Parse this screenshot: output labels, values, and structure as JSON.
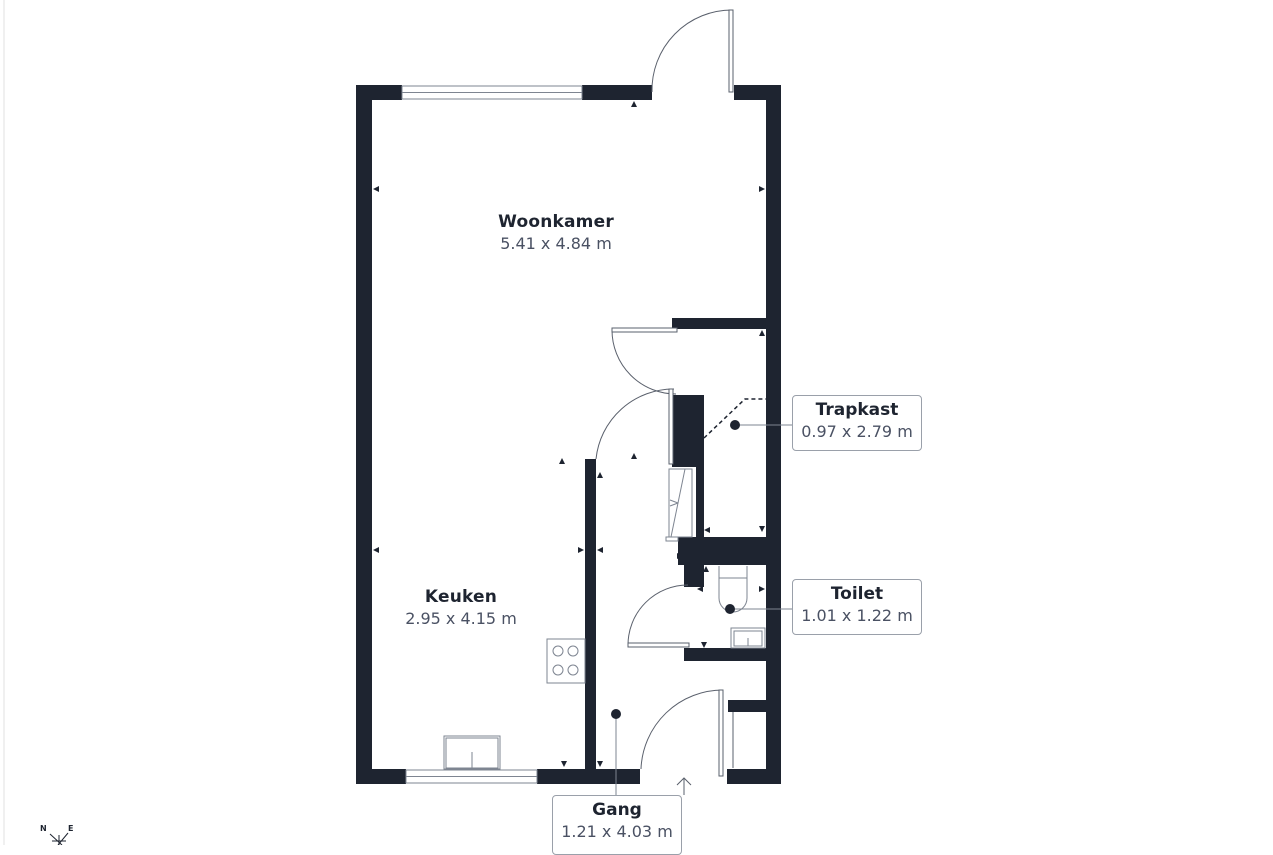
{
  "floorplan": {
    "wall_color": "#1e2430",
    "line_color": "#9aa0aa",
    "rooms": [
      {
        "id": "woonkamer",
        "name": "Woonkamer",
        "dims": "5.41 x 4.84 m"
      },
      {
        "id": "keuken",
        "name": "Keuken",
        "dims": "2.95 x 4.15 m"
      },
      {
        "id": "trapkast",
        "name": "Trapkast",
        "dims": "0.97 x 2.79 m"
      },
      {
        "id": "toilet",
        "name": "Toilet",
        "dims": "1.01 x 1.22 m"
      },
      {
        "id": "gang",
        "name": "Gang",
        "dims": "1.21 x 4.03 m"
      }
    ],
    "compass": {
      "north": "N",
      "east": "E"
    }
  }
}
